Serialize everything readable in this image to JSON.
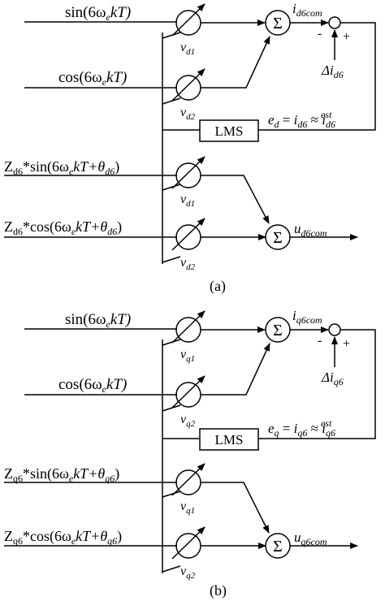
{
  "panel_a": {
    "caption": "(a)",
    "input_sin": "sin(6ω",
    "input_sin_e": "e",
    "input_sin_tail": "kT)",
    "input_cos": "cos(6ω",
    "input_cos_e": "e",
    "input_cos_tail": "kT)",
    "input_zsin_pre": "Z",
    "input_zsin_sub": "d6",
    "input_zsin_mid": "*sin(6ω",
    "input_zsin_e": "e",
    "input_zsin_kt": "kT+",
    "input_zsin_theta": "θ",
    "input_zsin_tsub": "d6",
    "input_zsin_close": ")",
    "input_zcos_pre": "Z",
    "input_zcos_sub": "d6",
    "input_zcos_mid": "*cos(6ω",
    "input_zcos_e": "e",
    "input_zcos_kt": "kT+",
    "input_zcos_theta": "θ",
    "input_zcos_tsub": "d6",
    "input_zcos_close": ")",
    "w1": "v",
    "w1_sub": "d1",
    "w2": "v",
    "w2_sub": "d2",
    "w3": "v",
    "w3_sub": "d1",
    "w4": "v",
    "w4_sub": "d2",
    "sum_symbol": "Σ",
    "sum_out": "i",
    "sum_out_sub": "d6com",
    "minus": "-",
    "plus": "+",
    "delta": "Δi",
    "delta_sub": "d6",
    "lms": "LMS",
    "err_e": "e",
    "err_e_sub": "d",
    "err_eq": " = ",
    "err_i": "i",
    "err_i_sub": "d6",
    "err_approx": " ≈ ",
    "err_i2": "i",
    "err_i2_sub": "d6",
    "err_i2_sup": "est",
    "out": "u",
    "out_sub": "d6com"
  },
  "panel_b": {
    "caption": "(b)",
    "input_sin": "sin(6ω",
    "input_sin_e": "e",
    "input_sin_tail": "kT)",
    "input_cos": "cos(6ω",
    "input_cos_e": "e",
    "input_cos_tail": "kT)",
    "input_zsin_pre": "Z",
    "input_zsin_sub": "q6",
    "input_zsin_mid": "*sin(6ω",
    "input_zsin_e": "e",
    "input_zsin_kt": "kT+",
    "input_zsin_theta": "θ",
    "input_zsin_tsub": "q6",
    "input_zsin_close": ")",
    "input_zcos_pre": "Z",
    "input_zcos_sub": "q6",
    "input_zcos_mid": "*cos(6ω",
    "input_zcos_e": "e",
    "input_zcos_kt": "kT+",
    "input_zcos_theta": "θ",
    "input_zcos_tsub": "q6",
    "input_zcos_close": ")",
    "w1": "v",
    "w1_sub": "q1",
    "w2": "v",
    "w2_sub": "q2",
    "w3": "v",
    "w3_sub": "q1",
    "w4": "v",
    "w4_sub": "q2",
    "sum_symbol": "Σ",
    "sum_out": "i",
    "sum_out_sub": "q6com",
    "minus": "-",
    "plus": "+",
    "delta": "Δi",
    "delta_sub": "q6",
    "lms": "LMS",
    "err_e": "e",
    "err_e_sub": "q",
    "err_eq": " = ",
    "err_i": "i",
    "err_i_sub": "q6",
    "err_approx": " ≈ ",
    "err_i2": "i",
    "err_i2_sub": "q6",
    "err_i2_sup": "est",
    "out": "u",
    "out_sub": "q6com"
  }
}
